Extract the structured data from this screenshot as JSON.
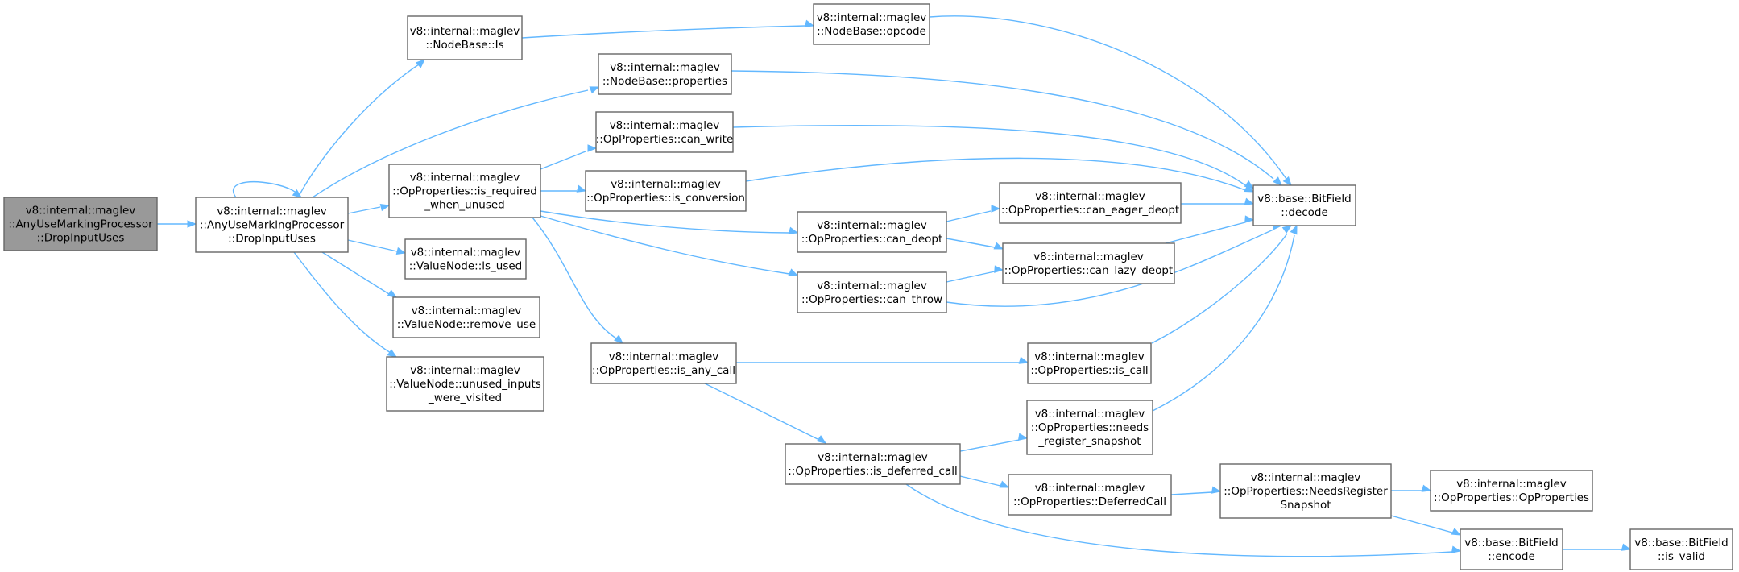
{
  "graph": {
    "nodes": [
      {
        "id": "root",
        "lines": [
          "v8::internal::maglev",
          "::AnyUseMarkingProcessor",
          "::DropInputUses"
        ],
        "highlight": true
      },
      {
        "id": "drop",
        "lines": [
          "v8::internal::maglev",
          "::AnyUseMarkingProcessor",
          "::DropInputUses"
        ]
      },
      {
        "id": "is",
        "lines": [
          "v8::internal::maglev",
          "::NodeBase::Is"
        ]
      },
      {
        "id": "opcode",
        "lines": [
          "v8::internal::maglev",
          "::NodeBase::opcode"
        ]
      },
      {
        "id": "props",
        "lines": [
          "v8::internal::maglev",
          "::NodeBase::properties"
        ]
      },
      {
        "id": "required",
        "lines": [
          "v8::internal::maglev",
          "::OpProperties::is_required",
          "_when_unused"
        ]
      },
      {
        "id": "is_used",
        "lines": [
          "v8::internal::maglev",
          "::ValueNode::is_used"
        ]
      },
      {
        "id": "remove_use",
        "lines": [
          "v8::internal::maglev",
          "::ValueNode::remove_use"
        ]
      },
      {
        "id": "unused_inputs",
        "lines": [
          "v8::internal::maglev",
          "::ValueNode::unused_inputs",
          "_were_visited"
        ]
      },
      {
        "id": "can_write",
        "lines": [
          "v8::internal::maglev",
          "::OpProperties::can_write"
        ]
      },
      {
        "id": "is_conversion",
        "lines": [
          "v8::internal::maglev",
          "::OpProperties::is_conversion"
        ]
      },
      {
        "id": "can_deopt",
        "lines": [
          "v8::internal::maglev",
          "::OpProperties::can_deopt"
        ]
      },
      {
        "id": "can_throw",
        "lines": [
          "v8::internal::maglev",
          "::OpProperties::can_throw"
        ]
      },
      {
        "id": "is_any_call",
        "lines": [
          "v8::internal::maglev",
          "::OpProperties::is_any_call"
        ]
      },
      {
        "id": "can_eager",
        "lines": [
          "v8::internal::maglev",
          "::OpProperties::can_eager_deopt"
        ]
      },
      {
        "id": "can_lazy",
        "lines": [
          "v8::internal::maglev",
          "::OpProperties::can_lazy_deopt"
        ]
      },
      {
        "id": "is_call",
        "lines": [
          "v8::internal::maglev",
          "::OpProperties::is_call"
        ]
      },
      {
        "id": "needs_reg",
        "lines": [
          "v8::internal::maglev",
          "::OpProperties::needs",
          "_register_snapshot"
        ]
      },
      {
        "id": "is_deferred",
        "lines": [
          "v8::internal::maglev",
          "::OpProperties::is_deferred_call"
        ]
      },
      {
        "id": "deferred_call",
        "lines": [
          "v8::internal::maglev",
          "::OpProperties::DeferredCall"
        ]
      },
      {
        "id": "needs_reg_snap",
        "lines": [
          "v8::internal::maglev",
          "::OpProperties::NeedsRegister",
          "Snapshot"
        ]
      },
      {
        "id": "op_props",
        "lines": [
          "v8::internal::maglev",
          "::OpProperties::OpProperties"
        ]
      },
      {
        "id": "decode",
        "lines": [
          "v8::base::BitField",
          "::decode"
        ]
      },
      {
        "id": "encode",
        "lines": [
          "v8::base::BitField",
          "::encode"
        ]
      },
      {
        "id": "is_valid",
        "lines": [
          "v8::base::BitField",
          "::is_valid"
        ]
      }
    ],
    "edges": [
      [
        "root",
        "drop"
      ],
      [
        "drop",
        "drop"
      ],
      [
        "drop",
        "is"
      ],
      [
        "drop",
        "props"
      ],
      [
        "drop",
        "required"
      ],
      [
        "drop",
        "is_used"
      ],
      [
        "drop",
        "remove_use"
      ],
      [
        "drop",
        "unused_inputs"
      ],
      [
        "is",
        "opcode"
      ],
      [
        "opcode",
        "decode"
      ],
      [
        "props",
        "decode"
      ],
      [
        "required",
        "can_write"
      ],
      [
        "required",
        "is_conversion"
      ],
      [
        "required",
        "can_deopt"
      ],
      [
        "required",
        "can_throw"
      ],
      [
        "required",
        "is_any_call"
      ],
      [
        "can_write",
        "decode"
      ],
      [
        "is_conversion",
        "decode"
      ],
      [
        "can_deopt",
        "can_eager"
      ],
      [
        "can_deopt",
        "can_lazy"
      ],
      [
        "can_throw",
        "can_lazy"
      ],
      [
        "can_throw",
        "decode"
      ],
      [
        "can_eager",
        "decode"
      ],
      [
        "can_lazy",
        "decode"
      ],
      [
        "is_any_call",
        "is_call"
      ],
      [
        "is_any_call",
        "is_deferred"
      ],
      [
        "is_call",
        "decode"
      ],
      [
        "needs_reg",
        "decode"
      ],
      [
        "is_deferred",
        "needs_reg"
      ],
      [
        "is_deferred",
        "deferred_call"
      ],
      [
        "is_deferred",
        "encode"
      ],
      [
        "deferred_call",
        "needs_reg_snap"
      ],
      [
        "needs_reg_snap",
        "op_props"
      ],
      [
        "needs_reg_snap",
        "encode"
      ],
      [
        "encode",
        "is_valid"
      ]
    ],
    "colors": {
      "edge": "#63b8ff",
      "node_border": "#666666",
      "node_fill": "#ffffff",
      "root_fill": "#999999"
    }
  }
}
